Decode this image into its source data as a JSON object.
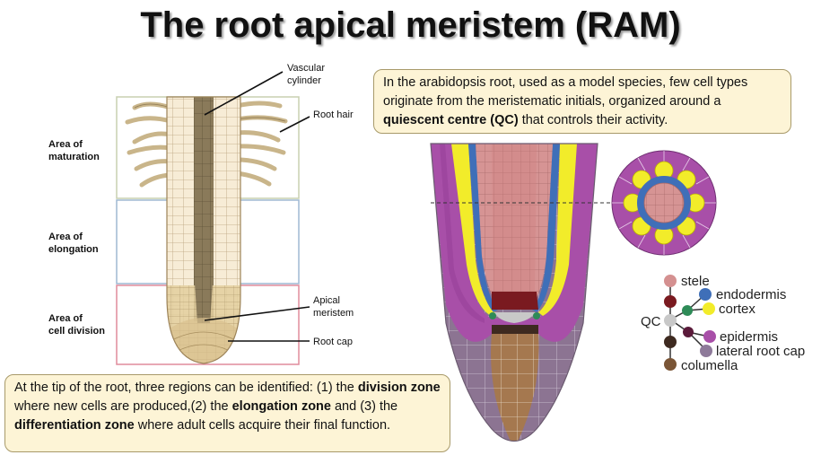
{
  "title": "The root apical meristem (RAM)",
  "left_figure": {
    "areas": {
      "maturation": [
        "Area of",
        "maturation"
      ],
      "elongation": [
        "Area of",
        "elongation"
      ],
      "division": [
        "Area of",
        "cell division"
      ]
    },
    "callouts": {
      "vascular": [
        "Vascular",
        "cylinder"
      ],
      "root_hair": "Root hair",
      "meristem": [
        "Apical",
        "meristem"
      ],
      "root_cap": "Root cap"
    }
  },
  "info_box": {
    "t1": "In the arabidopsis root, used as a model species, few cell types originate from the meristematic initials, organized around a ",
    "b1": "quiescent centre (QC)",
    "t2": " that controls their activity."
  },
  "bottom_box": {
    "t1": "At the tip of the root, three regions can be identified: (1) the ",
    "b1": "division zone",
    "t2": " where new cells are produced,(2)  the ",
    "b2": "elongation zone",
    "t3": " and (3) the ",
    "b3": "differentiation zone",
    "t4": " where adult cells acquire their final function."
  },
  "legend": {
    "qc": "QC",
    "items": [
      {
        "label": "stele",
        "color": "#d49090"
      },
      {
        "label": "endodermis",
        "color": "#3f6fb8"
      },
      {
        "label": "cortex",
        "color": "#f2ec2a"
      },
      {
        "label": "epidermis",
        "color": "#a84fa8"
      },
      {
        "label": "lateral root cap",
        "color": "#8e7a9a"
      },
      {
        "label": "columella",
        "color": "#7a5536"
      }
    ],
    "node_colors": {
      "qc": "#c8c8c8",
      "stele_initial": "#7a1a20",
      "cortex_initial": "#2e8b57",
      "epidermis_initial": "#5a1a3a",
      "columella_initial": "#3e2a20"
    }
  }
}
